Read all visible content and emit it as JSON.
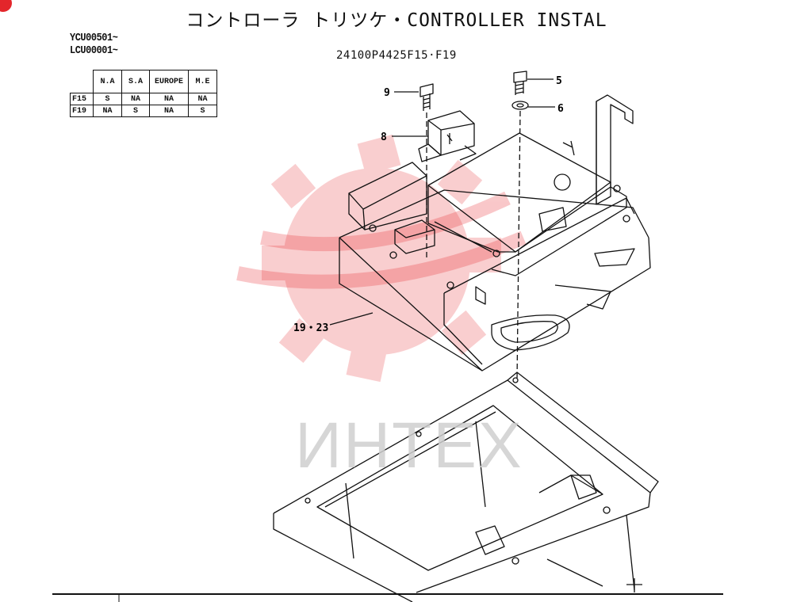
{
  "title": "コントローラ トリツケ・CONTROLLER INSTAL",
  "serials": [
    "YCU00501~",
    "LCU00001~"
  ],
  "part_number": "24100P4425F15·F19",
  "availability_table": {
    "columns": [
      "N.A",
      "S.A",
      "EUROPE",
      "M.E"
    ],
    "rows": [
      {
        "model": "F15",
        "cells": [
          "S",
          "NA",
          "NA",
          "NA"
        ]
      },
      {
        "model": "F19",
        "cells": [
          "NA",
          "S",
          "NA",
          "S"
        ]
      }
    ]
  },
  "callouts": {
    "c9": "9",
    "c5": "5",
    "c6": "6",
    "c8": "8",
    "c1923": "19・23"
  },
  "watermark": {
    "text": "ИНТЕХ",
    "logo_color": "#e8262b",
    "text_color": "#cfcfcf"
  },
  "corner_badge_color": "#e3262b"
}
